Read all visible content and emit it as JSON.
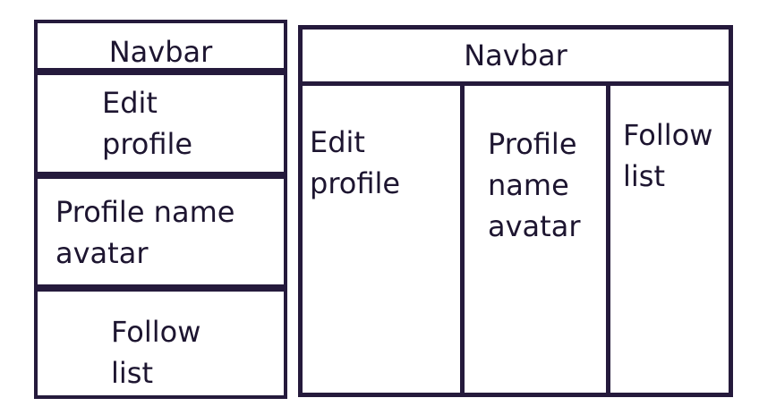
{
  "mobile_layout": {
    "navbar": "Navbar",
    "edit_profile": "Edit\nprofile",
    "profile": "Profile name\navatar",
    "follow_list": "Follow\nlist"
  },
  "desktop_layout": {
    "navbar": "Navbar",
    "edit_profile": "Edit\nprofile",
    "profile": "Profile\nname\navatar",
    "follow_list": "Follow\nlist"
  }
}
